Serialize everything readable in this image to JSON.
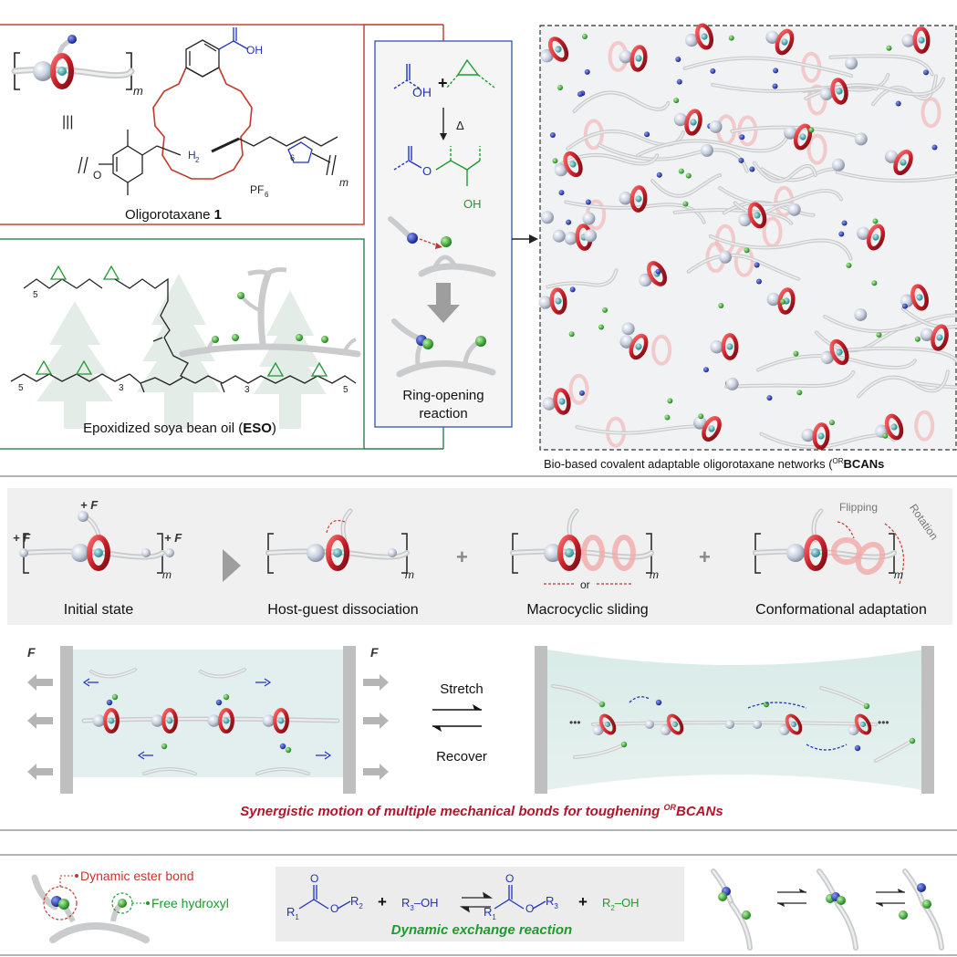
{
  "top": {
    "oligo": {
      "m": "m",
      "equiv": "|||",
      "cooh": "OH",
      "nh2": "H",
      "nh2_sub": "2",
      "sub6": "6",
      "pf6": "PF",
      "pf6_sub": "6",
      "name": "Oligorotaxane",
      "name_num": "1",
      "o_label": "O"
    },
    "reaction": {
      "oh": "OH",
      "plus": "+",
      "delta": "Δ",
      "o_ester": "O",
      "oh2": "OH",
      "caption_line1": "Ring-opening",
      "caption_line2": "reaction"
    },
    "eso": {
      "sub5_top": "5",
      "sub5_left": "5",
      "sub3_left": "3",
      "sub3_right": "3",
      "sub5_right": "5",
      "caption_prefix": "Epoxidized soya bean oil (",
      "caption_bold": "ESO",
      "caption_suffix": ")"
    },
    "network_caption": {
      "prefix": "Bio-based covalent adaptable oligorotaxane networks (",
      "sup": "OR",
      "bold": "BCANs"
    }
  },
  "mechanisms": {
    "force": "+ F",
    "m": "m",
    "or_text": "or",
    "flipping": "Flipping",
    "rotation": "Rotation",
    "items": [
      {
        "label": "Initial state"
      },
      {
        "label": "Host-guest dissociation"
      },
      {
        "label": "Macrocyclic sliding"
      },
      {
        "label": "Conformational adaptation"
      }
    ],
    "plus": "+"
  },
  "stretch": {
    "F": "F",
    "stretch_label": "Stretch",
    "recover_label": "Recover",
    "dots": "•••",
    "caption_main": "Synergistic motion of multiple mechanical bonds for toughening ",
    "caption_sup": "OR",
    "caption_end": "BCANs"
  },
  "bottom": {
    "dynamic_ester": "Dynamic ester bond",
    "free_hydroxyl": "Free hydroxyl",
    "R1": "R",
    "R1_sub": "1",
    "R2": "R",
    "R2_sub": "2",
    "R3OH": "R",
    "R3OH_sub": "3",
    "R3OH_tail": "–OH",
    "R2OH": "R",
    "R2OH_sub": "2",
    "R2OH_tail": "–OH",
    "O": "O",
    "plus": "+",
    "exchange_caption": "Dynamic exchange reaction"
  },
  "colors": {
    "ring_red": "#c8202a",
    "axle_gray": "#d8dadc",
    "stopper": "#b8c2d6",
    "teal": "#3aa0a8",
    "blue_atom": "#1f2fa8",
    "green_atom": "#2aa02a",
    "oligo_border": "#c0392b",
    "eso_border": "#2e7d4f",
    "reaction_border": "#3f5fb0",
    "caption_red": "#b0172a",
    "exchange_green": "#1f9a2f",
    "chem_blue": "#2233bb"
  }
}
